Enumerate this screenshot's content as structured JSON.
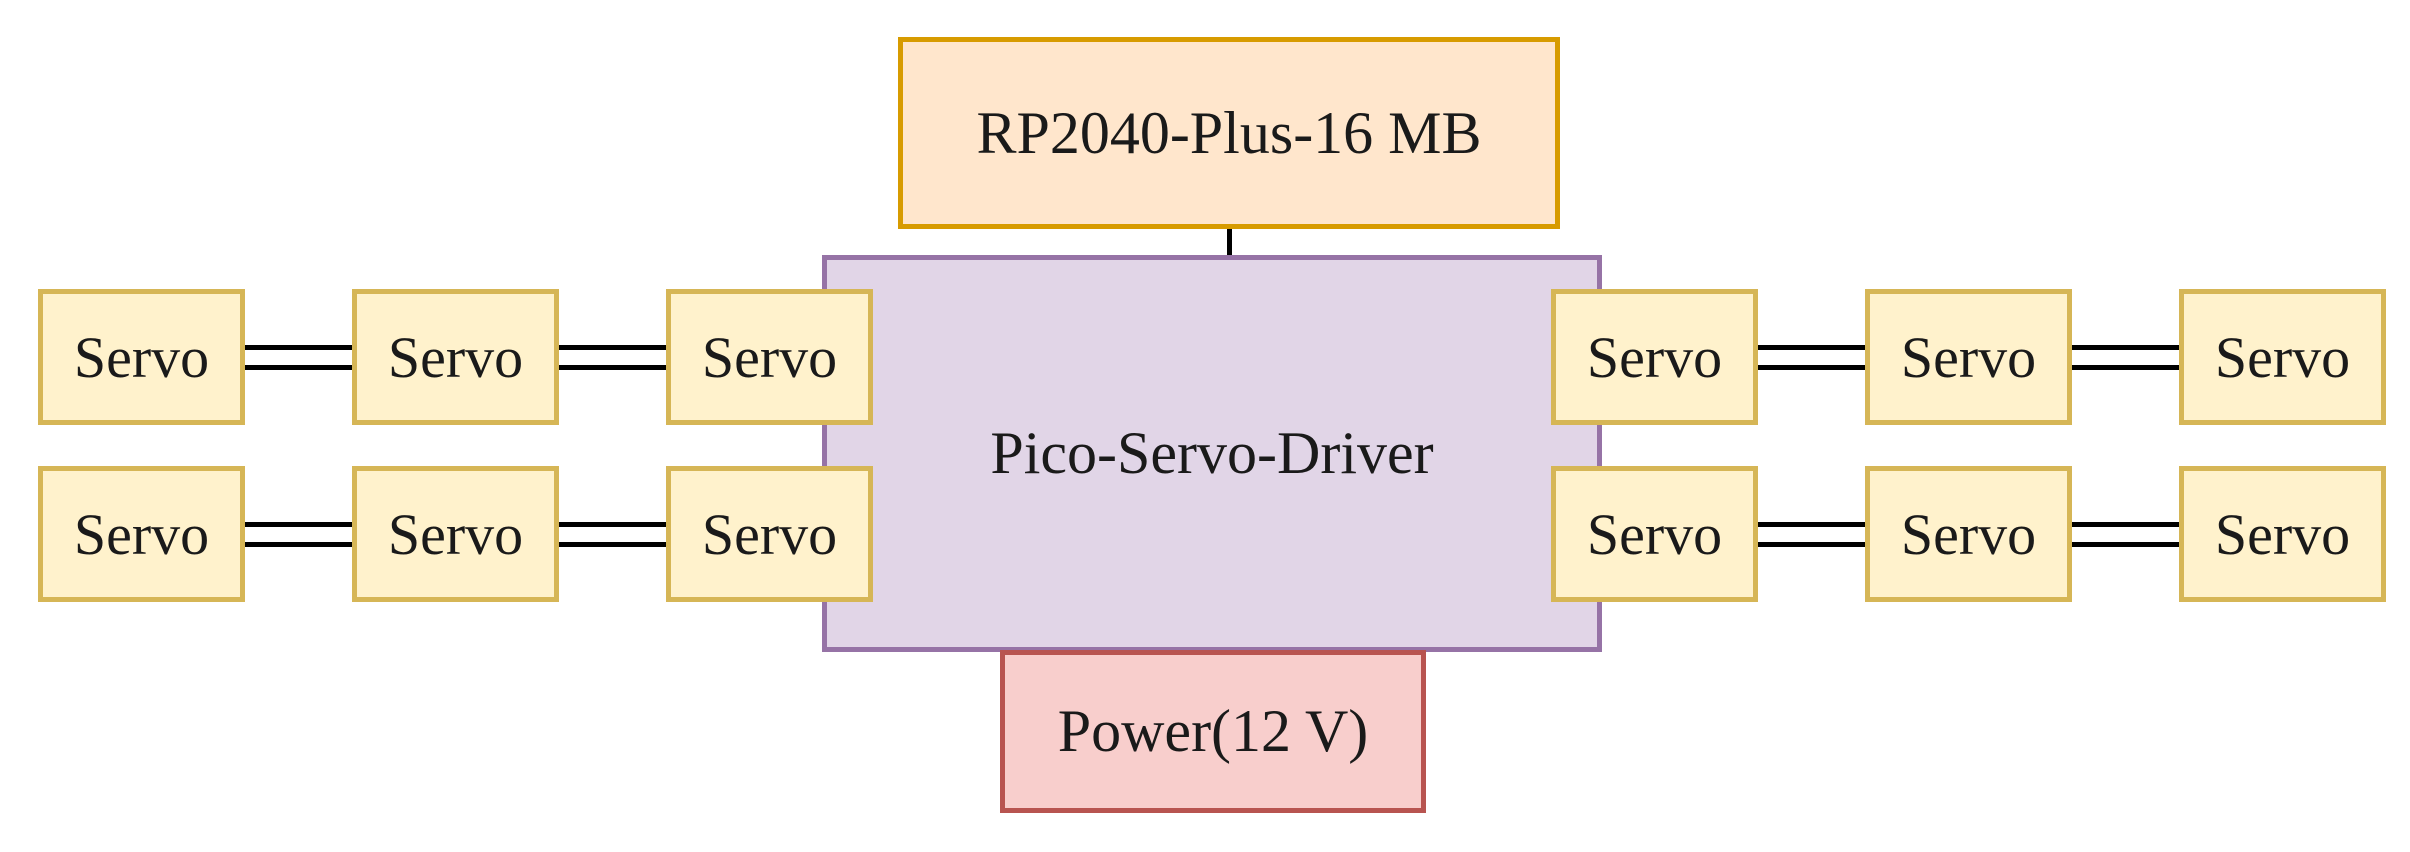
{
  "diagram": {
    "mcu": {
      "label": "RP2040-Plus-16 MB"
    },
    "driver": {
      "label": "Pico-Servo-Driver"
    },
    "power": {
      "label": "Power(12 V)"
    },
    "servo_label": "Servo",
    "colors": {
      "mcu_fill": "#ffe6cc",
      "mcu_stroke": "#d79b00",
      "driver_fill": "#e1d5e7",
      "driver_stroke": "#9673a6",
      "power_fill": "#f8cecc",
      "power_stroke": "#b85450",
      "servo_fill": "#fff2cc",
      "servo_stroke": "#d6b656",
      "wire": "#000000"
    },
    "left_servos": {
      "top_row": [
        {
          "label": "Servo"
        },
        {
          "label": "Servo"
        },
        {
          "label": "Servo"
        }
      ],
      "bottom_row": [
        {
          "label": "Servo"
        },
        {
          "label": "Servo"
        },
        {
          "label": "Servo"
        }
      ]
    },
    "right_servos": {
      "top_row": [
        {
          "label": "Servo"
        },
        {
          "label": "Servo"
        },
        {
          "label": "Servo"
        }
      ],
      "bottom_row": [
        {
          "label": "Servo"
        },
        {
          "label": "Servo"
        },
        {
          "label": "Servo"
        }
      ]
    }
  }
}
